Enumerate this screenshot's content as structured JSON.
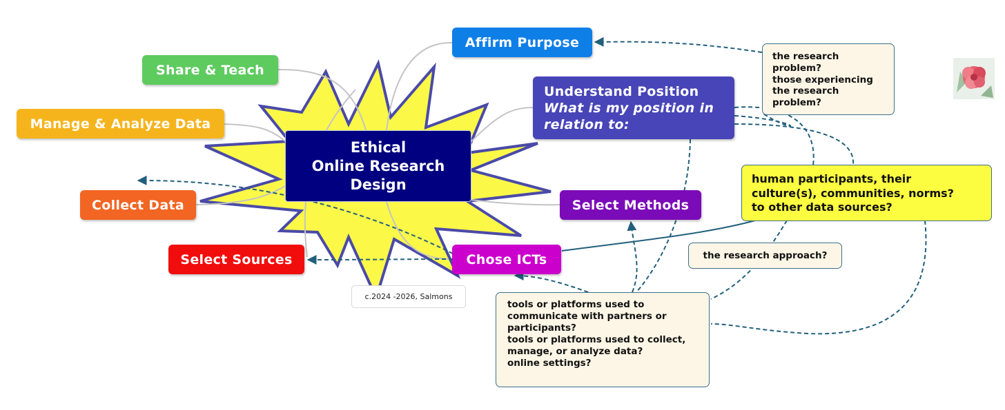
{
  "central_topic": {
    "line1": "Ethical",
    "line2": "Online Research",
    "line3": "Design"
  },
  "branches": {
    "affirm_purpose": "Affirm Purpose",
    "share_teach": "Share & Teach",
    "manage_analyze": "Manage & Analyze Data",
    "collect_data": "Collect Data",
    "select_sources": "Select Sources",
    "chose_icts": "Chose ICTs",
    "select_methods": "Select Methods",
    "understand_position": {
      "title": "Understand Position",
      "subtitle_line1": "What is my position in",
      "subtitle_line2": "relation to:"
    }
  },
  "notes": {
    "research_problem": [
      "the research",
      "problem?",
      "those experiencing",
      "the research",
      "problem?"
    ],
    "participants": [
      "human participants, their",
      "culture(s), communities, norms?",
      "to other data sources?"
    ],
    "approach": "the research approach?",
    "tools": [
      "tools or platforms used to",
      "communicate with partners or",
      "participants?",
      "tools or platforms used to collect,",
      "manage, or analyze data?",
      "online settings?"
    ]
  },
  "copyright": "c.2024 -2026, Salmons",
  "colors": {
    "affirm_purpose": "#0f7fe8",
    "share_teach": "#5ecb5f",
    "manage_analyze": "#f6b41c",
    "collect_data": "#f26522",
    "select_sources": "#f20d0d",
    "chose_icts": "#cc00cc",
    "select_methods": "#7b0ab8",
    "understand_position": "#4845b8",
    "center": "#010080",
    "starburst_fill": "#fbf848",
    "starburst_stroke": "#4a4aa8",
    "participants_note": "#fcfc40",
    "connector": "#215f7c"
  }
}
